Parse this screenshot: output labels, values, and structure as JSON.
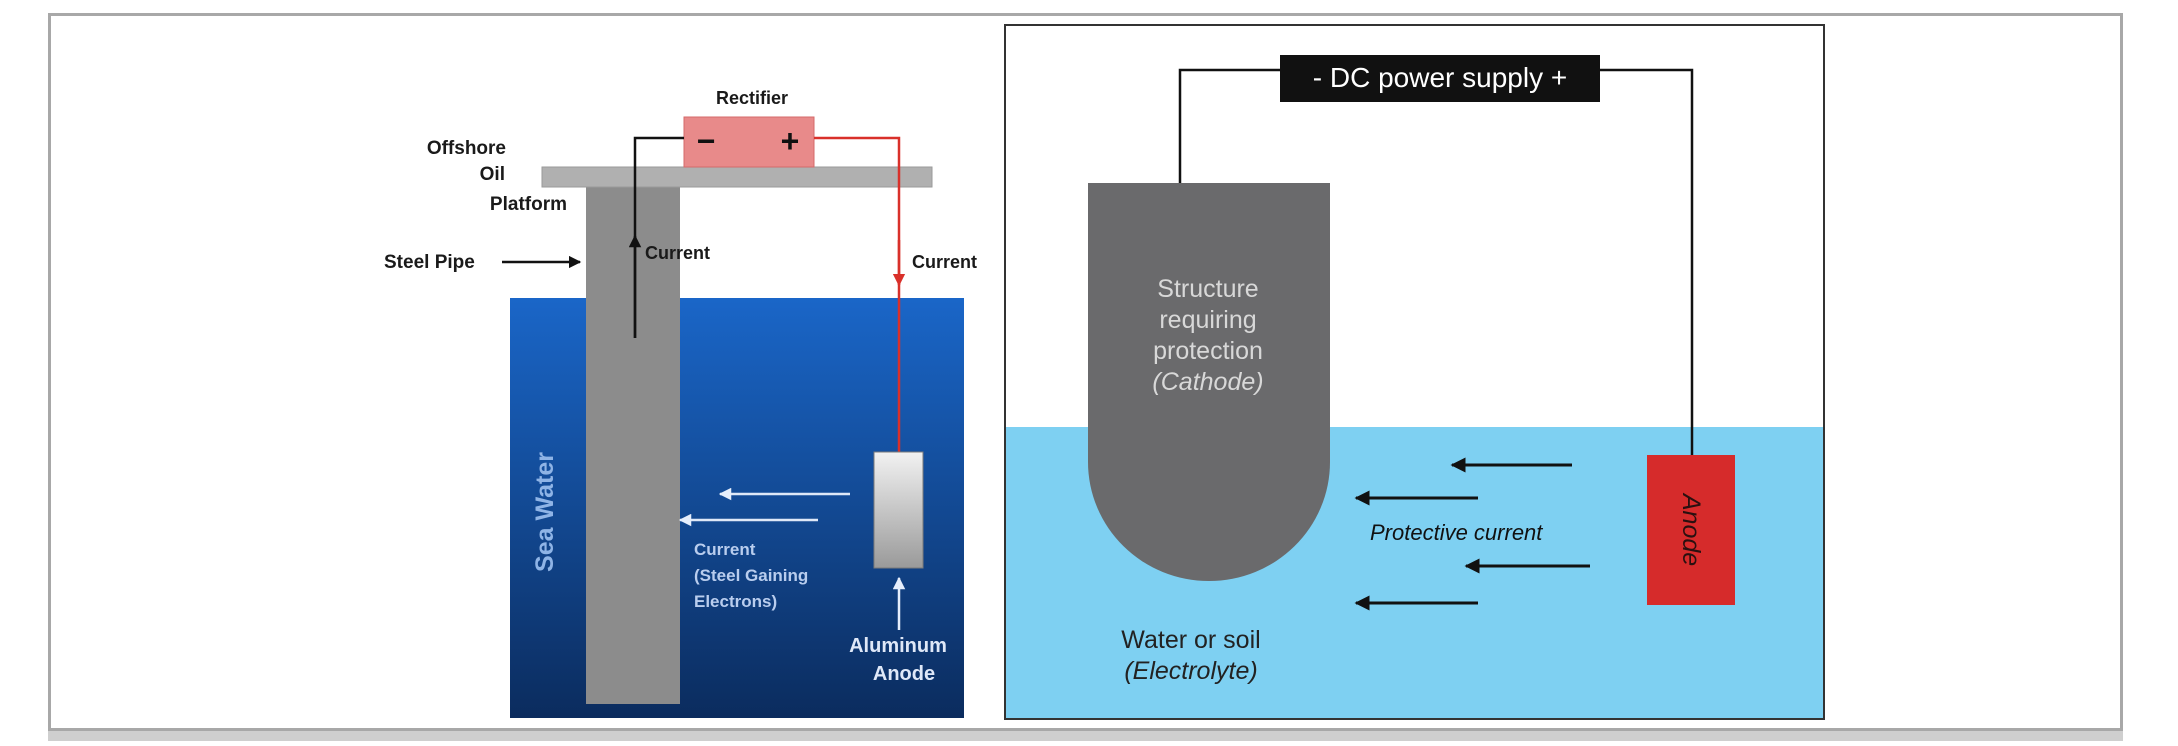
{
  "left_diagram": {
    "labels": {
      "rectifier": "Rectifier",
      "rectifier_minus": "−",
      "rectifier_plus": "+",
      "platform_line1": "Offshore",
      "platform_line2": "Oil",
      "platform_line3": "Platform",
      "steel_pipe": "Steel Pipe",
      "current_pipe": "Current",
      "current_wire": "Current",
      "sea_water": "Sea Water",
      "current_water_line1": "Current",
      "current_water_line2": "(Steel Gaining",
      "current_water_line3": "Electrons)",
      "anode_line1": "Aluminum",
      "anode_line2": "Anode"
    },
    "colors": {
      "sea_top": "#1a66c8",
      "sea_bottom": "#0b2c5e",
      "pipe": "#8c8c8c",
      "rectifier": "#e88a8a",
      "wire_red": "#d9302a"
    }
  },
  "right_diagram": {
    "labels": {
      "power_supply": "- DC power supply +",
      "structure_line1": "Structure",
      "structure_line2": "requiring",
      "structure_line3": "protection",
      "structure_line4": "(Cathode)",
      "protective_current": "Protective current",
      "electrolyte_line1": "Water or soil",
      "electrolyte_line2": "(Electrolyte)",
      "anode": "Anode"
    },
    "colors": {
      "water": "#7ed0f2",
      "cathode": "#6a6a6c",
      "anode": "#d62b2b",
      "power_box": "#111111"
    }
  }
}
